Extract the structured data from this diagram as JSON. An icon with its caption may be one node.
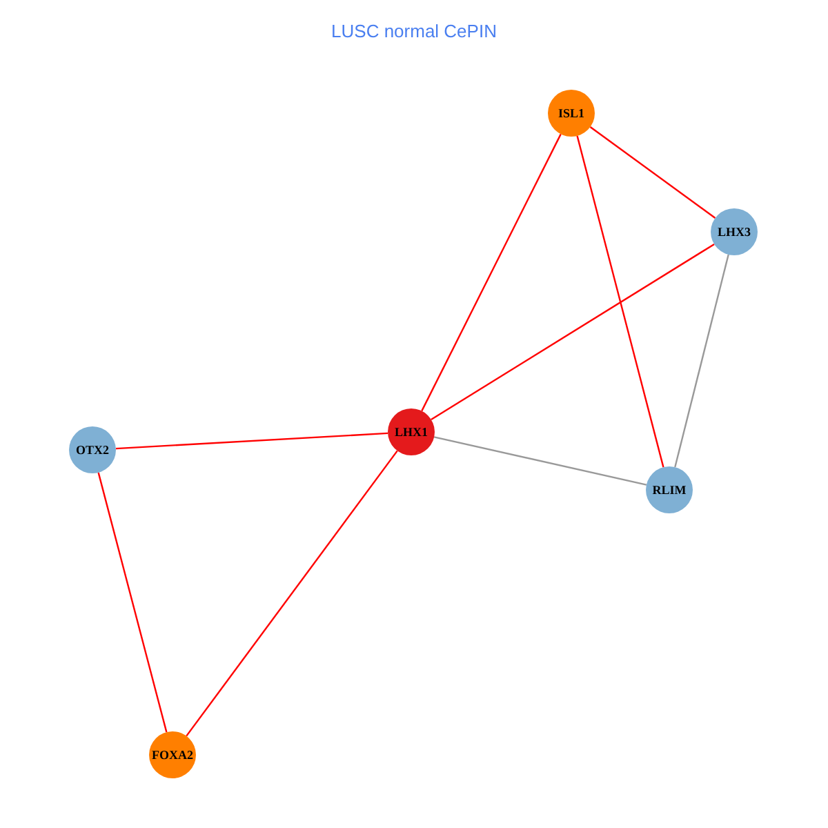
{
  "diagram": {
    "title": "LUSC normal CePIN",
    "nodes": [
      {
        "text": [
          "ISL1"
        ]
      },
      {
        "text": [
          "LHX3"
        ]
      },
      {
        "text": [
          "OTX2"
        ]
      },
      {
        "text": [
          "LHX1"
        ]
      },
      {
        "text": [
          "RLIM"
        ]
      },
      {
        "text": [
          "FOXA2"
        ]
      }
    ],
    "edges": [
      {
        "from": 0,
        "to": 3,
        "arrow": "none"
      },
      {
        "from": 0,
        "to": 1,
        "arrow": "none"
      },
      {
        "from": 0,
        "to": 4,
        "arrow": "none"
      },
      {
        "from": 1,
        "to": 3,
        "arrow": "none"
      },
      {
        "from": 1,
        "to": 4,
        "arrow": "none",
        "color": "#999999"
      },
      {
        "from": 3,
        "to": 4,
        "arrow": "none",
        "color": "#999999"
      },
      {
        "from": 2,
        "to": 3,
        "arrow": "none"
      },
      {
        "from": 2,
        "to": 5,
        "arrow": "none"
      },
      {
        "from": 3,
        "to": 5,
        "arrow": "none"
      }
    ]
  }
}
